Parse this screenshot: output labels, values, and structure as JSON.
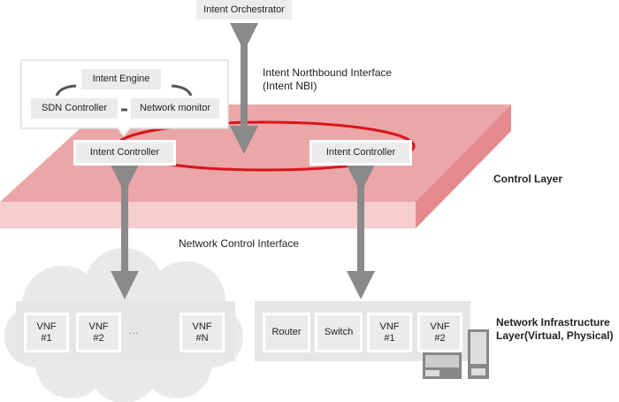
{
  "orchestrator": "Intent Orchestrator",
  "nbi": {
    "line1": "Intent Northbound Interface",
    "line2": "(Intent NBI)"
  },
  "bubble": {
    "engine": "Intent Engine",
    "sdn": "SDN Controller",
    "monitor": "Network monitor"
  },
  "controllers": [
    "Intent Controller",
    "Intent Controller"
  ],
  "control_layer": "Control Layer",
  "nci": "Network Control Interface",
  "cloud_vnfs": [
    {
      "l1": "VNF",
      "l2": "#1"
    },
    {
      "l1": "VNF",
      "l2": "#2"
    },
    {
      "l1": "VNF",
      "l2": "#N"
    }
  ],
  "ellipsis": "…",
  "physical": {
    "router": "Router",
    "switch": "Switch",
    "vnf1": {
      "l1": "VNF",
      "l2": "#1"
    },
    "vnf2": {
      "l1": "VNF",
      "l2": "#2"
    }
  },
  "infra": {
    "line1": "Network Infrastructure",
    "line2": "Layer(Virtual, Physical)"
  },
  "colors": {
    "plane_top": "#eba6a8",
    "plane_front": "#f4cdcc",
    "plane_side": "#e48a8e",
    "ring": "#d9141b",
    "arrow": "#8a8a8a"
  }
}
